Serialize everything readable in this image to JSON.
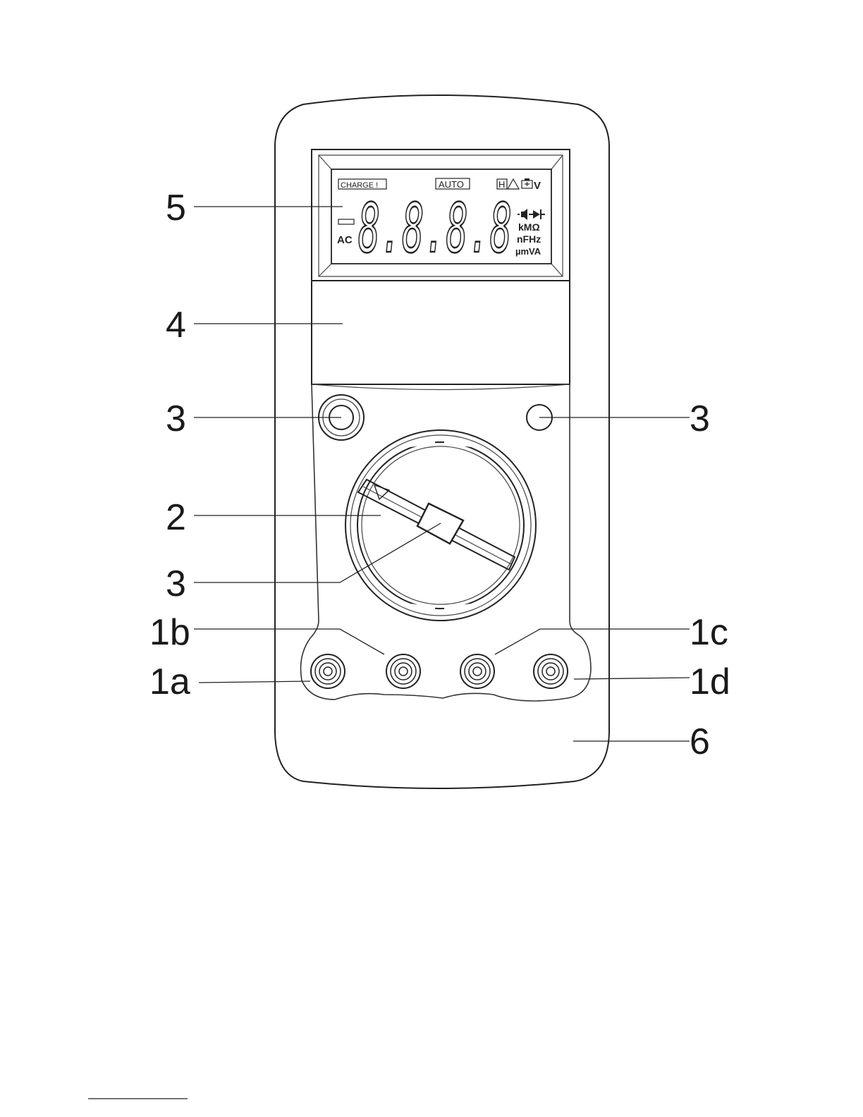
{
  "lcd": {
    "charge_label": "CHARGE !",
    "auto_label": "AUTO",
    "hold_label": "H",
    "volt_label": "V",
    "ac_label": "AC",
    "digits": "8.8.8.8",
    "unit_row1": "kMΩ",
    "unit_row2": "nFHz",
    "unit_row3": "µmVA"
  },
  "callouts": {
    "c5": "5",
    "c4": "4",
    "c3_left": "3",
    "c3_right": "3",
    "c2": "2",
    "c3_dial": "3",
    "c1b": "1b",
    "c1c": "1c",
    "c1a": "1a",
    "c1d": "1d",
    "c6": "6"
  }
}
